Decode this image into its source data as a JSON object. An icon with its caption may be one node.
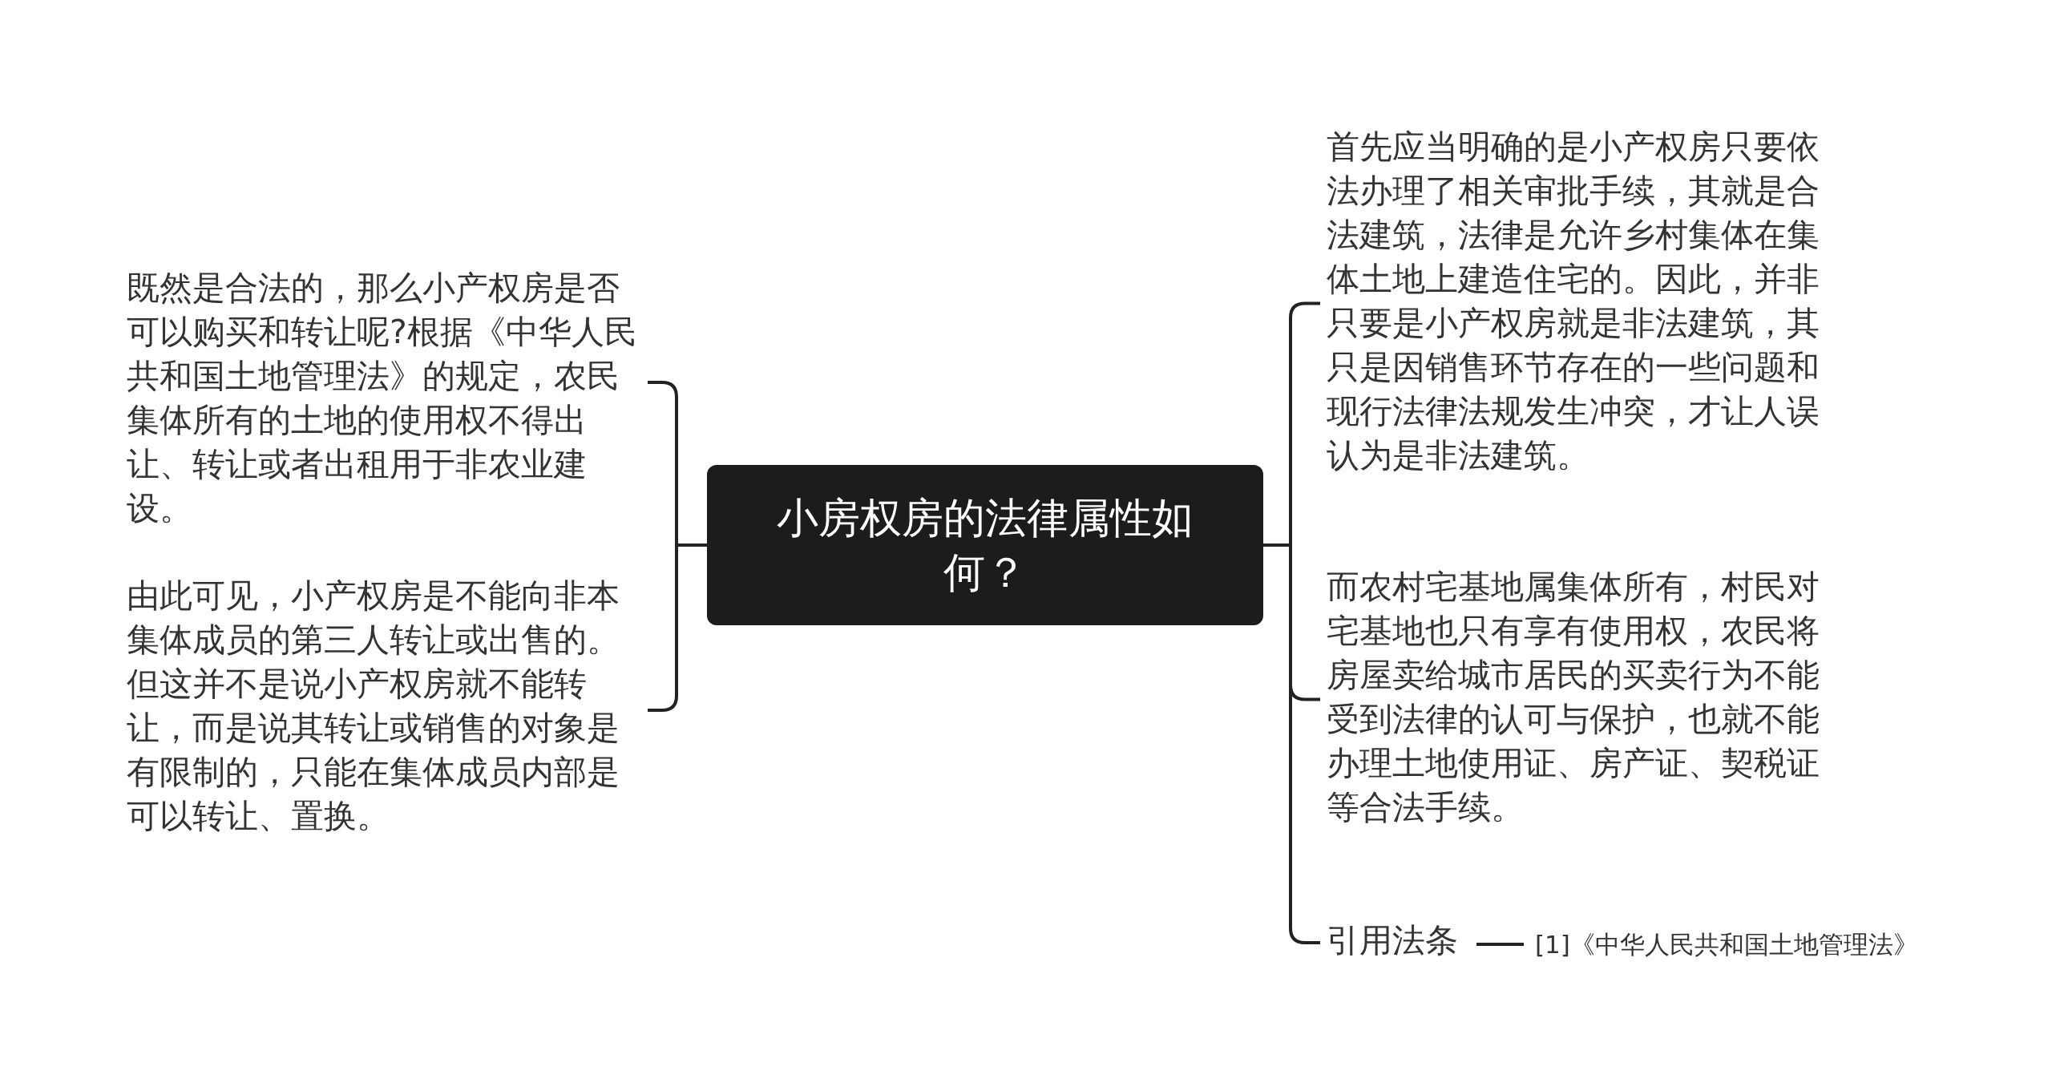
{
  "diagram": {
    "nodes": [
      {
        "text": [
          "小房权房的法律属性如何？"
        ]
      },
      {
        "text": [
          "既然是合法的，那么小产权房是否可以购买和转让呢?根据《中华人民共和国土地管理法》的规定，农民集体所有的土地的使用权不得出让、转让或者出租用于非农业建设。"
        ]
      },
      {
        "text": [
          "由此可见，小产权房是不能向非本集体成员的第三人转让或出售的。但这并不是说小产权房就不能转让，而是说其转让或销售的对象是有限制的，只能在集体成员内部是可以转让、置换。"
        ]
      },
      {
        "text": [
          "首先应当明确的是小产权房只要依法办理了相关审批手续，其就是合法建筑，法律是允许乡村集体在集体土地上建造住宅的。因此，并非只要是小产权房就是非法建筑，其只是因销售环节存在的一些问题和现行法律法规发生冲突，才让人误认为是非法建筑。"
        ]
      },
      {
        "text": [
          "而农村宅基地属集体所有，村民对宅基地也只有享有使用权，农民将房屋卖给城市居民的买卖行为不能受到法律的认可与保护，也就不能办理土地使用证、房产证、契税证等合法手续。"
        ]
      },
      {
        "text": [
          "引用法条"
        ]
      },
      {
        "text": [
          "[1]《中华人民共和国土地管理法》"
        ]
      }
    ],
    "edges": [
      {
        "from": 0,
        "to": 1,
        "arrow": "none"
      },
      {
        "from": 0,
        "to": 2,
        "arrow": "none"
      },
      {
        "from": 0,
        "to": 3,
        "arrow": "none"
      },
      {
        "from": 0,
        "to": 4,
        "arrow": "none"
      },
      {
        "from": 0,
        "to": 5,
        "arrow": "none"
      },
      {
        "from": 5,
        "to": 6,
        "arrow": "none"
      }
    ]
  }
}
